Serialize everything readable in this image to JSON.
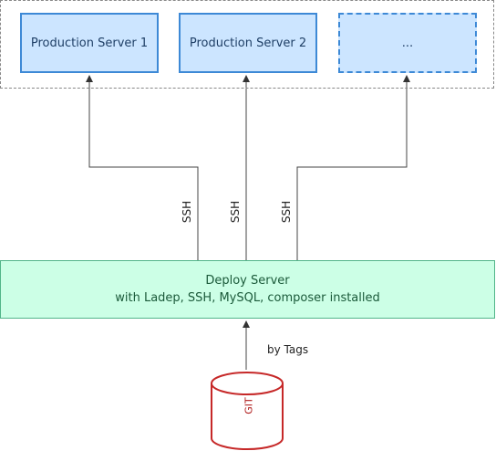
{
  "servers": [
    {
      "label": "Production Server 1"
    },
    {
      "label": "Production Server 2"
    },
    {
      "label": "..."
    }
  ],
  "connections": {
    "ssh_label": "SSH"
  },
  "deploy": {
    "line1": "Deploy Server",
    "line2": "with Ladep, SSH, MySQL, composer installed"
  },
  "git": {
    "label": "GIT",
    "edge_label": "by Tags"
  },
  "colors": {
    "server_fill": "#cce5ff",
    "server_border": "#3d89d6",
    "deploy_fill": "#ccffe6",
    "deploy_border": "#52b58a",
    "git_stroke": "#c62828"
  }
}
